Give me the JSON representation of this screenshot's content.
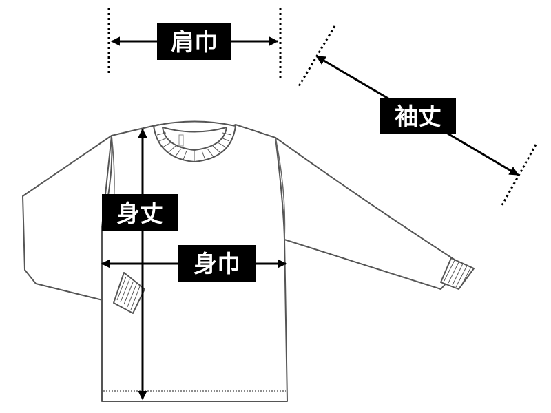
{
  "labels": {
    "shoulder_width": "肩巾",
    "sleeve_length": "袖丈",
    "body_length": "身丈",
    "body_width": "身巾"
  },
  "colors": {
    "outline": "#555555",
    "label_background": "#000000",
    "label_text": "#ffffff",
    "arrow": "#000000"
  },
  "icons": {
    "garment": "long-sleeve-tshirt-icon"
  }
}
